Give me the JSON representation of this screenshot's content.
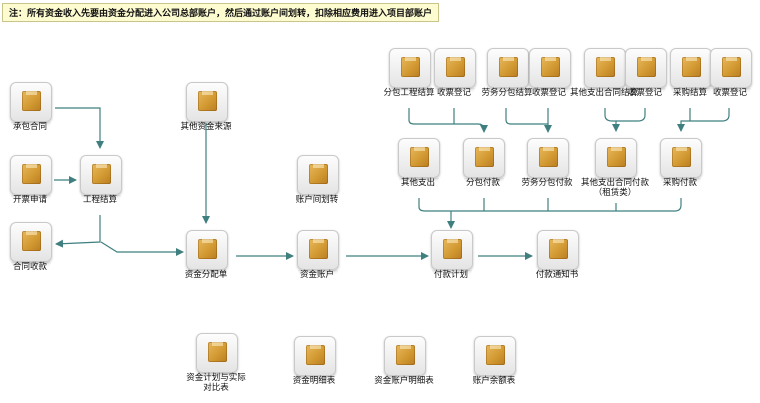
{
  "note": "注：所有资金收入先要由资金分配进入公司总部账户，然后通过账户间划转，扣除相应费用进入项目部账户",
  "colors": {
    "wire": "#3f7f7f",
    "note_bg": "#fdfbd0",
    "box": "#d39a33"
  },
  "nodes": {
    "contract": "承包合同",
    "invoice_apply": "开票申请",
    "contract_receipt": "合同收款",
    "engineering_settle": "工程结算",
    "other_funds": "其他资金来源",
    "fund_allocation": "资金分配单",
    "account_transfer": "账户间划转",
    "fund_account": "资金账户",
    "payment_plan": "付款计划",
    "payment_notice": "付款通知书",
    "sub_settle": "分包工程结算",
    "ticket_reg_1": "收票登记",
    "labor_settle": "劳务分包结算",
    "ticket_reg_2": "收票登记",
    "other_contract_settle": "其他支出合同结算",
    "ticket_reg_3": "收票登记",
    "purchase_settle": "采购结算",
    "ticket_reg_4": "收票登记",
    "other_expense": "其他支出",
    "sub_payment": "分包付款",
    "labor_payment": "劳务分包付款",
    "other_contract_payment": "其他支出合同付款",
    "other_contract_payment_sub": "（租赁类）",
    "purchase_payment": "采购付款",
    "report_plan_vs_actual": "资金计划与实际对比表",
    "report_fund_detail": "资金明细表",
    "report_account_detail": "资金账户明细表",
    "report_balance": "账户余额表"
  }
}
